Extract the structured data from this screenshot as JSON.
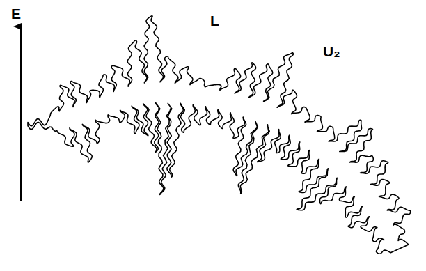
{
  "diagram": {
    "labels": [
      "E",
      "L",
      "U₂"
    ]
  }
}
